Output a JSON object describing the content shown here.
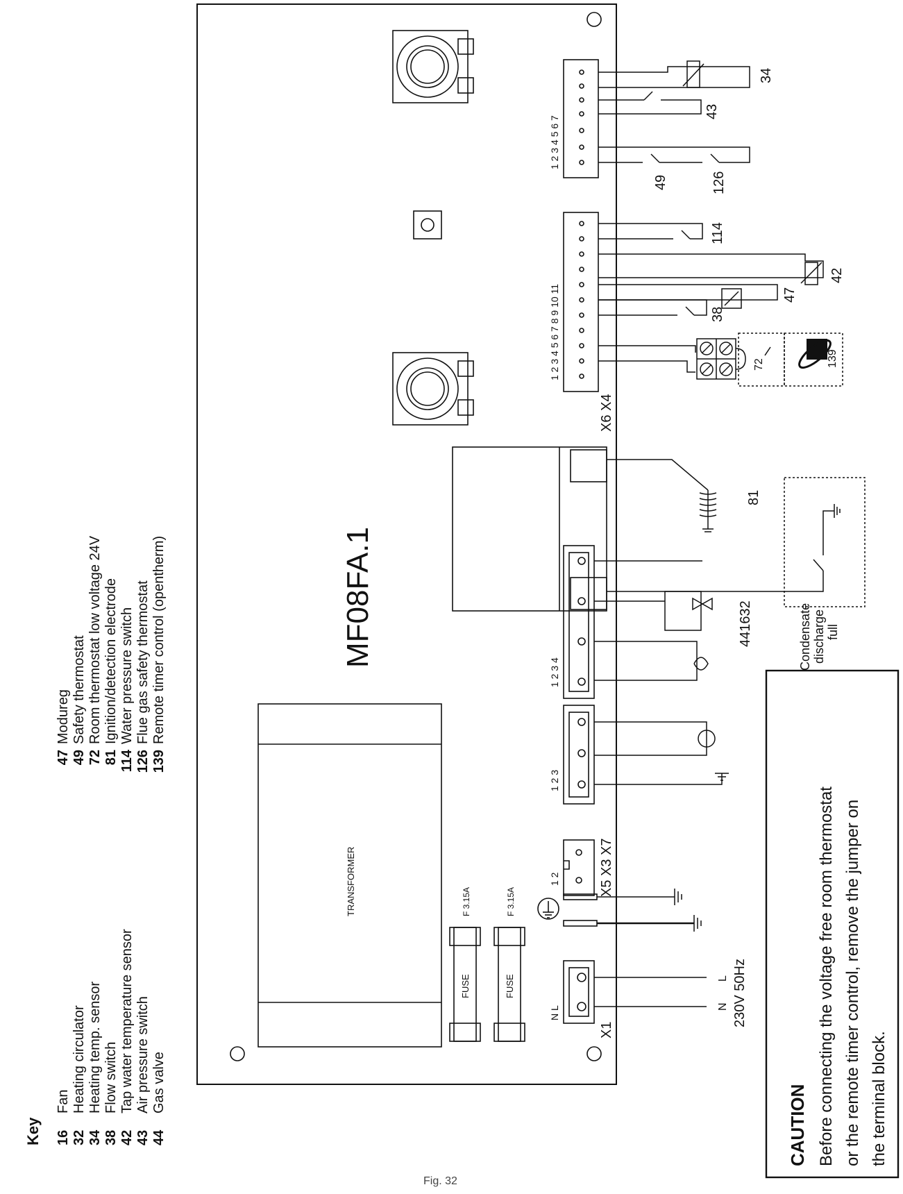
{
  "key": {
    "title": "Key",
    "left": [
      {
        "num": "16",
        "text": "Fan"
      },
      {
        "num": "32",
        "text": "Heating circulator"
      },
      {
        "num": "34",
        "text": "Heating temp. sensor"
      },
      {
        "num": "38",
        "text": "Flow   switch"
      },
      {
        "num": "42",
        "text": "Tap water temperature sensor"
      },
      {
        "num": "43",
        "text": "Air pressure switch"
      },
      {
        "num": "44",
        "text": "Gas valve"
      }
    ],
    "right": [
      {
        "num": "47",
        "text": "Modureg"
      },
      {
        "num": "49",
        "text": "Safety thermostat"
      },
      {
        "num": "72",
        "text": "Room thermostat low voltage 24V"
      },
      {
        "num": "81",
        "text": "Ignition/detection   electrode"
      },
      {
        "num": "114",
        "text": "Water pressure switch"
      },
      {
        "num": "126",
        "text": "Flue gas safety thermostat"
      },
      {
        "num": "139",
        "text": "Remote timer control (opentherm)"
      }
    ]
  },
  "board": {
    "model": "MF08FA.1",
    "transformer": "TRANSFORMER",
    "fuse_label": "FUSE",
    "fuse_rating": "F 3.15A",
    "supply": "230V 50Hz",
    "pin_l": "L",
    "pin_n": "N",
    "connectors": {
      "x1": "X1",
      "x5_x3_x7": "X5 X3 X7",
      "x6_x4": "X6 X4",
      "x1_pins": "N  L",
      "x5_pins": "1  2",
      "x3_pins": "1  2  3",
      "x7_pins": "1  2  3  4",
      "x6_pins": "1 2 3 4 5 6 7 8 9 10 11",
      "x4_pins": "1 2 3 4 5 6 7"
    }
  },
  "components": {
    "c34": "34",
    "c43": "43",
    "c49": "49",
    "c126": "126",
    "c114": "114",
    "c42": "42",
    "c47": "47",
    "c38": "38",
    "c72": "72",
    "c139": "139",
    "c81": "81",
    "c441632": "441632",
    "condensate": [
      "Condensate",
      "discharge",
      "full"
    ]
  },
  "caution": {
    "title": "CAUTION",
    "lines": [
      "Before connecting the voltage free room thermostat",
      "or the remote timer control, remove the jumper on",
      "the terminal block."
    ]
  },
  "figure_label": "Fig. 32"
}
